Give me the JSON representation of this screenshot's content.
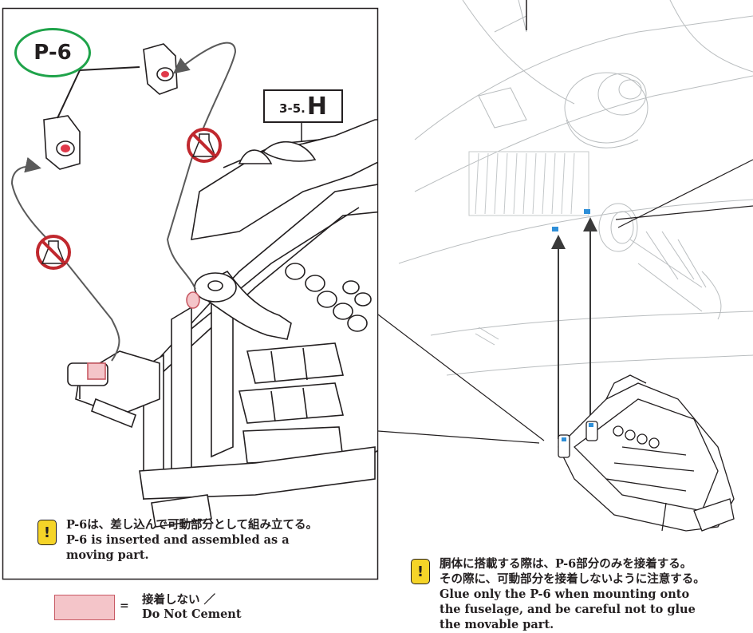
{
  "part_label": "P-6",
  "step_label": {
    "number": "3-5.",
    "letter": "H"
  },
  "note_left": {
    "icon": "exclamation-icon",
    "jp": "P-6は、差し込んで可動部分として組み立てる。",
    "en_line1": "P-6 is inserted and assembled as a",
    "en_line2": "moving part."
  },
  "note_right": {
    "icon": "exclamation-icon",
    "jp_line1": "胴体に搭載する際は、P-6部分のみを接着する。",
    "jp_line2": "その際に、可動部分を接着しないように注意する。",
    "en_line1": "Glue only the P-6 when mounting onto",
    "en_line2": "the fuselage, and be careful not to glue",
    "en_line3": "the movable part."
  },
  "legend": {
    "equals": "=",
    "jp": "接着しない ／",
    "en": "Do Not Cement",
    "swatch_color": "#f4c5c9"
  },
  "colors": {
    "part_oval": "#1fa34a",
    "no_glue_symbol": "#c0282e",
    "warning": "#f5d428",
    "highlight_blue": "#2f8fd8"
  },
  "icons": [
    "no-glue-icon",
    "arrow-icon",
    "exclamation-icon"
  ]
}
